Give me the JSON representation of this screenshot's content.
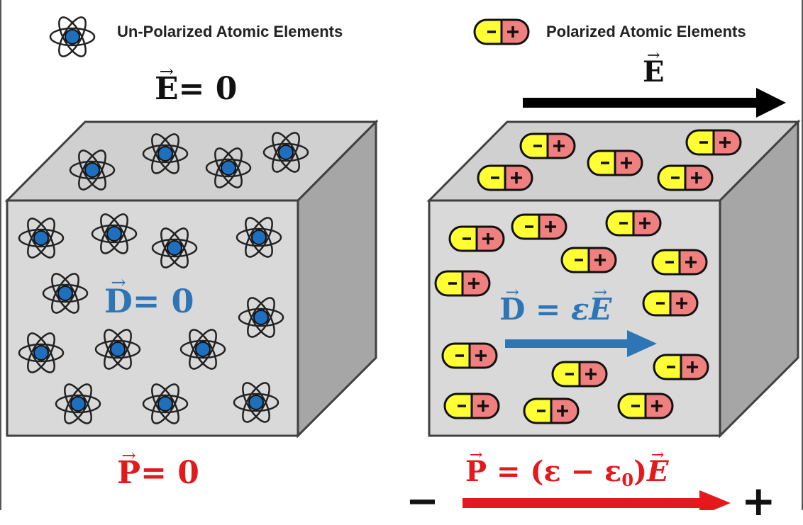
{
  "legend": {
    "unpolarized_label": "Un-Polarized Atomic Elements",
    "polarized_label": "Polarized Atomic Elements",
    "dipole_minus": "-",
    "dipole_plus": "+"
  },
  "left_panel": {
    "e_field_symbol": "E",
    "e_field_rhs": "= 0",
    "d_field_symbol": "D",
    "d_field_rhs": "= 0",
    "p_field_symbol": "P",
    "p_field_rhs": "= 0"
  },
  "right_panel": {
    "e_field_symbol": "E",
    "d_field_symbol": "D",
    "d_field_mid": " = ε",
    "d_field_e": "E",
    "p_field_symbol": "P",
    "p_field_mid": " = (ε − ε",
    "p_field_sub": "0",
    "p_field_close": ")",
    "p_field_e": "E",
    "minus_terminal": "−",
    "plus_terminal": "+"
  },
  "colors": {
    "cube_face": "#d9d9d9",
    "cube_top": "#d0d0d0",
    "cube_side": "#a6a6a6",
    "atom_nucleus": "#1f6fbf",
    "dipole_negative": "#ffff33",
    "dipole_positive": "#f08080",
    "d_field": "#2e75b6",
    "p_field": "#e3191c",
    "e_field": "#000000"
  }
}
